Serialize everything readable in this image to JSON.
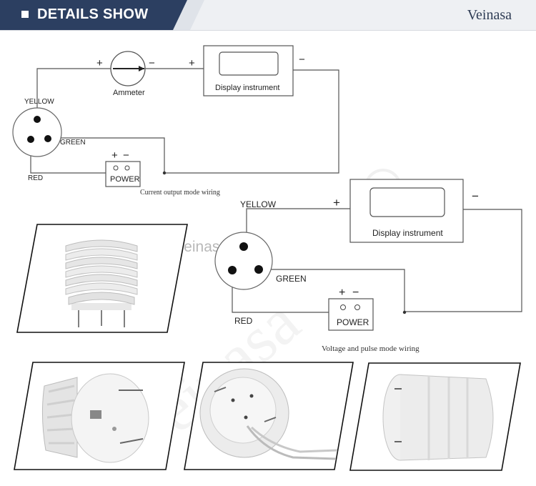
{
  "header": {
    "title": "DETAILS SHOW",
    "brand": "Veinasa"
  },
  "watermark": {
    "url": "weinasa.com",
    "brand": "Veinasa"
  },
  "diagram_current": {
    "caption": "Current output mode wiring",
    "ammeter_label": "Ammeter",
    "display_label": "Display instrument",
    "power_label": "POWER",
    "wire_yellow": "YELLOW",
    "wire_green": "GREEN",
    "wire_red": "RED",
    "plus": "+",
    "minus": "−"
  },
  "diagram_voltage": {
    "caption": "Voltage and pulse  mode wiring",
    "display_label": "Display instrument",
    "power_label": "POWER",
    "wire_yellow": "YELLOW",
    "wire_green": "GREEN",
    "wire_red": "RED",
    "plus": "+",
    "minus": "−"
  },
  "photos": [
    {
      "name": "photo-side-view"
    },
    {
      "name": "photo-front-plate"
    },
    {
      "name": "photo-bottom-view"
    },
    {
      "name": "photo-angled-view"
    }
  ]
}
